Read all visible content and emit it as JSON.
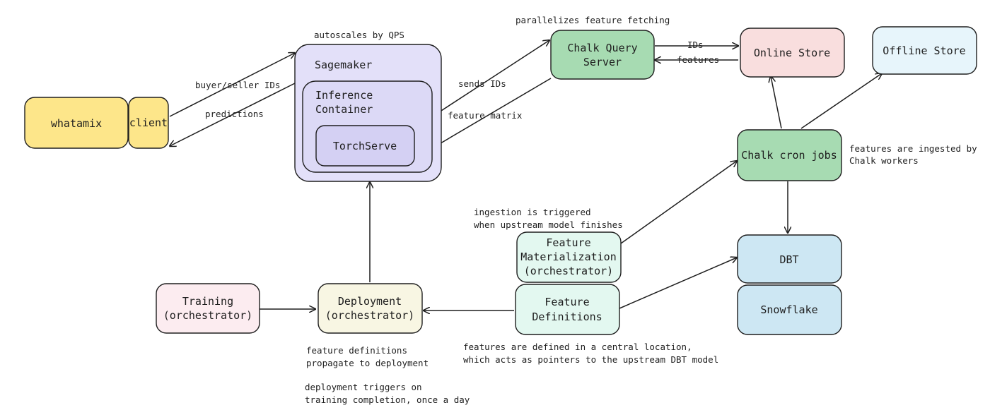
{
  "nodes": {
    "whatamix": "whatamix",
    "client": "client",
    "sagemaker": "Sagemaker",
    "inference_container": [
      "Inference",
      "Container"
    ],
    "torchserve": "TorchServe",
    "chalk_query_server": [
      "Chalk Query",
      "Server"
    ],
    "online_store": "Online Store",
    "offline_store": "Offline Store",
    "chalk_cron_jobs": "Chalk cron jobs",
    "dbt": "DBT",
    "snowflake": "Snowflake",
    "feature_materialization": [
      "Feature",
      "Materialization",
      "(orchestrator)"
    ],
    "feature_definitions": [
      "Feature",
      "Definitions"
    ],
    "training": [
      "Training",
      "(orchestrator)"
    ],
    "deployment": [
      "Deployment",
      "(orchestrator)"
    ]
  },
  "edge_labels": {
    "buyer_seller_ids": "buyer/seller IDs",
    "predictions": "predictions",
    "sends_ids": "sends IDs",
    "feature_matrix": "feature matrix",
    "ids": "IDs",
    "features": "features"
  },
  "notes": {
    "autoscales": "autoscales by QPS",
    "parallelizes": "parallelizes feature fetching",
    "ingested": [
      "features are ingested by",
      "Chalk workers"
    ],
    "ingestion_triggered": [
      "ingestion is triggered",
      "when upstream model finishes"
    ],
    "defined_central": [
      "features are defined in a central location,",
      "which acts as pointers to the upstream DBT model"
    ],
    "propagate": [
      "feature definitions",
      "propagate to deployment"
    ],
    "deployment_triggers": [
      "deployment triggers on",
      "training completion, once a day"
    ]
  },
  "colors": {
    "yellow": "#fde68a",
    "purple": "#e3e0f9",
    "purple_inner": "#d9d6f5",
    "green": "#a7dbb2",
    "red": "#f9dede",
    "blue_light": "#e7f5fb",
    "blue": "#cde7f3",
    "mint": "#e3f8f0",
    "pink": "#fcecf0",
    "cream": "#f8f6e3",
    "stroke": "#1e1e1e"
  }
}
